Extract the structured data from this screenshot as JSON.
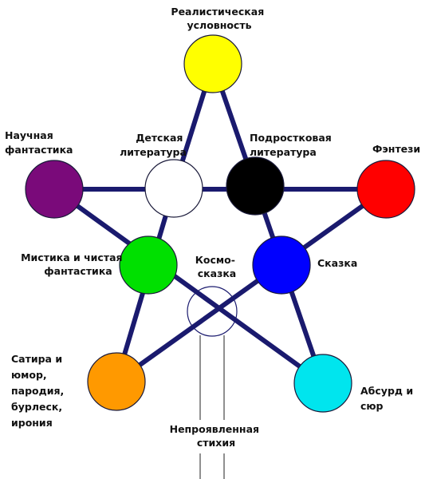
{
  "nodes": {
    "realistic": {
      "label_lines": [
        "Реалистическая",
        "условность"
      ],
      "color": "#ffff00"
    },
    "scifi": {
      "label_lines": [
        "Научная",
        "фантастика"
      ],
      "color": "#7a0a7a"
    },
    "children": {
      "label_lines": [
        "Детская",
        "литература"
      ],
      "color": "#ffffff"
    },
    "teen": {
      "label_lines": [
        "Подростковая",
        "литература"
      ],
      "color": "#000000"
    },
    "fantasy": {
      "label_lines": [
        "Фэнтези"
      ],
      "color": "#ff0000"
    },
    "mysticism": {
      "label_lines": [
        "Мистика и чистая",
        "фантастика"
      ],
      "color": "#00e000"
    },
    "cosmo": {
      "label_lines": [
        "Космо-",
        "сказка"
      ],
      "color": "#ffffff"
    },
    "fairytale": {
      "label_lines": [
        "Сказка"
      ],
      "color": "#0000ff"
    },
    "satire": {
      "label_lines": [
        "Сатира и",
        "юмор,",
        "пародия,",
        "бурлеск,",
        "ирония"
      ],
      "color": "#ff9900"
    },
    "absurd": {
      "label_lines": [
        "Абсурд и",
        "сюр"
      ],
      "color": "#00e5ee"
    },
    "unmanifested": {
      "label_lines": [
        "Непроявленная",
        "стихия"
      ]
    }
  },
  "colors": {
    "edge": "#1a1a6e",
    "outline": "#1a1a3a"
  }
}
